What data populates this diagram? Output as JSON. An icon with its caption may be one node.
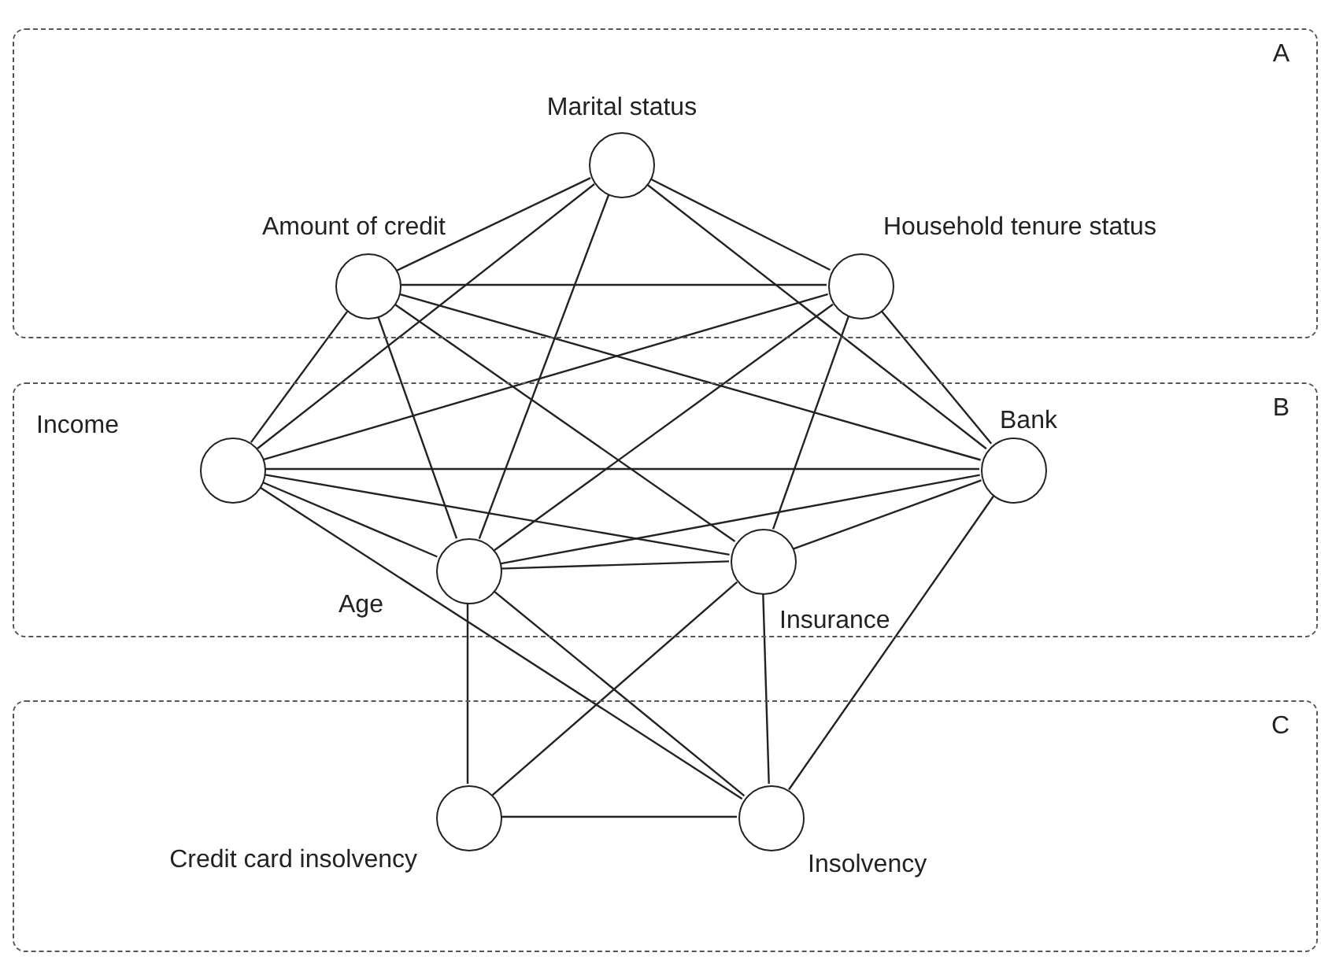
{
  "diagram": {
    "nodes": [
      {
        "text": [
          "A"
        ]
      },
      {
        "text": [
          "Marital status"
        ],
        "in": 0
      },
      {
        "text": [
          "Amount of credit"
        ],
        "in": 0
      },
      {
        "text": [
          "Household tenure status"
        ],
        "in": 0
      },
      {
        "text": [
          "B"
        ]
      },
      {
        "text": [
          "Income"
        ],
        "in": 4
      },
      {
        "text": [
          "Bank"
        ],
        "in": 4
      },
      {
        "text": [
          "Age"
        ],
        "in": 4
      },
      {
        "text": [
          "Insurance"
        ],
        "in": 4
      },
      {
        "text": [
          "C"
        ]
      },
      {
        "text": [
          "Credit card insolvency"
        ],
        "in": 9
      },
      {
        "text": [
          "Insolvency"
        ],
        "in": 9
      }
    ],
    "edges": [
      {
        "from": 1,
        "to": 2,
        "arrow": "none"
      },
      {
        "from": 1,
        "to": 3,
        "arrow": "none"
      },
      {
        "from": 1,
        "to": 5,
        "arrow": "none"
      },
      {
        "from": 1,
        "to": 7,
        "arrow": "none"
      },
      {
        "from": 1,
        "to": 6,
        "arrow": "none"
      },
      {
        "from": 2,
        "to": 3,
        "arrow": "none"
      },
      {
        "from": 2,
        "to": 5,
        "arrow": "none"
      },
      {
        "from": 2,
        "to": 7,
        "arrow": "none"
      },
      {
        "from": 2,
        "to": 8,
        "arrow": "none"
      },
      {
        "from": 2,
        "to": 6,
        "arrow": "none"
      },
      {
        "from": 3,
        "to": 5,
        "arrow": "none"
      },
      {
        "from": 3,
        "to": 7,
        "arrow": "none"
      },
      {
        "from": 3,
        "to": 8,
        "arrow": "none"
      },
      {
        "from": 3,
        "to": 6,
        "arrow": "none"
      },
      {
        "from": 5,
        "to": 6,
        "arrow": "none"
      },
      {
        "from": 5,
        "to": 8,
        "arrow": "none"
      },
      {
        "from": 5,
        "to": 7,
        "arrow": "none"
      },
      {
        "from": 5,
        "to": 11,
        "arrow": "none"
      },
      {
        "from": 6,
        "to": 7,
        "arrow": "none"
      },
      {
        "from": 6,
        "to": 8,
        "arrow": "none"
      },
      {
        "from": 6,
        "to": 11,
        "arrow": "none"
      },
      {
        "from": 7,
        "to": 8,
        "arrow": "none"
      },
      {
        "from": 7,
        "to": 10,
        "arrow": "none"
      },
      {
        "from": 7,
        "to": 11,
        "arrow": "none"
      },
      {
        "from": 8,
        "to": 10,
        "arrow": "none"
      },
      {
        "from": 8,
        "to": 11,
        "arrow": "none"
      },
      {
        "from": 10,
        "to": 11,
        "arrow": "none"
      }
    ]
  }
}
